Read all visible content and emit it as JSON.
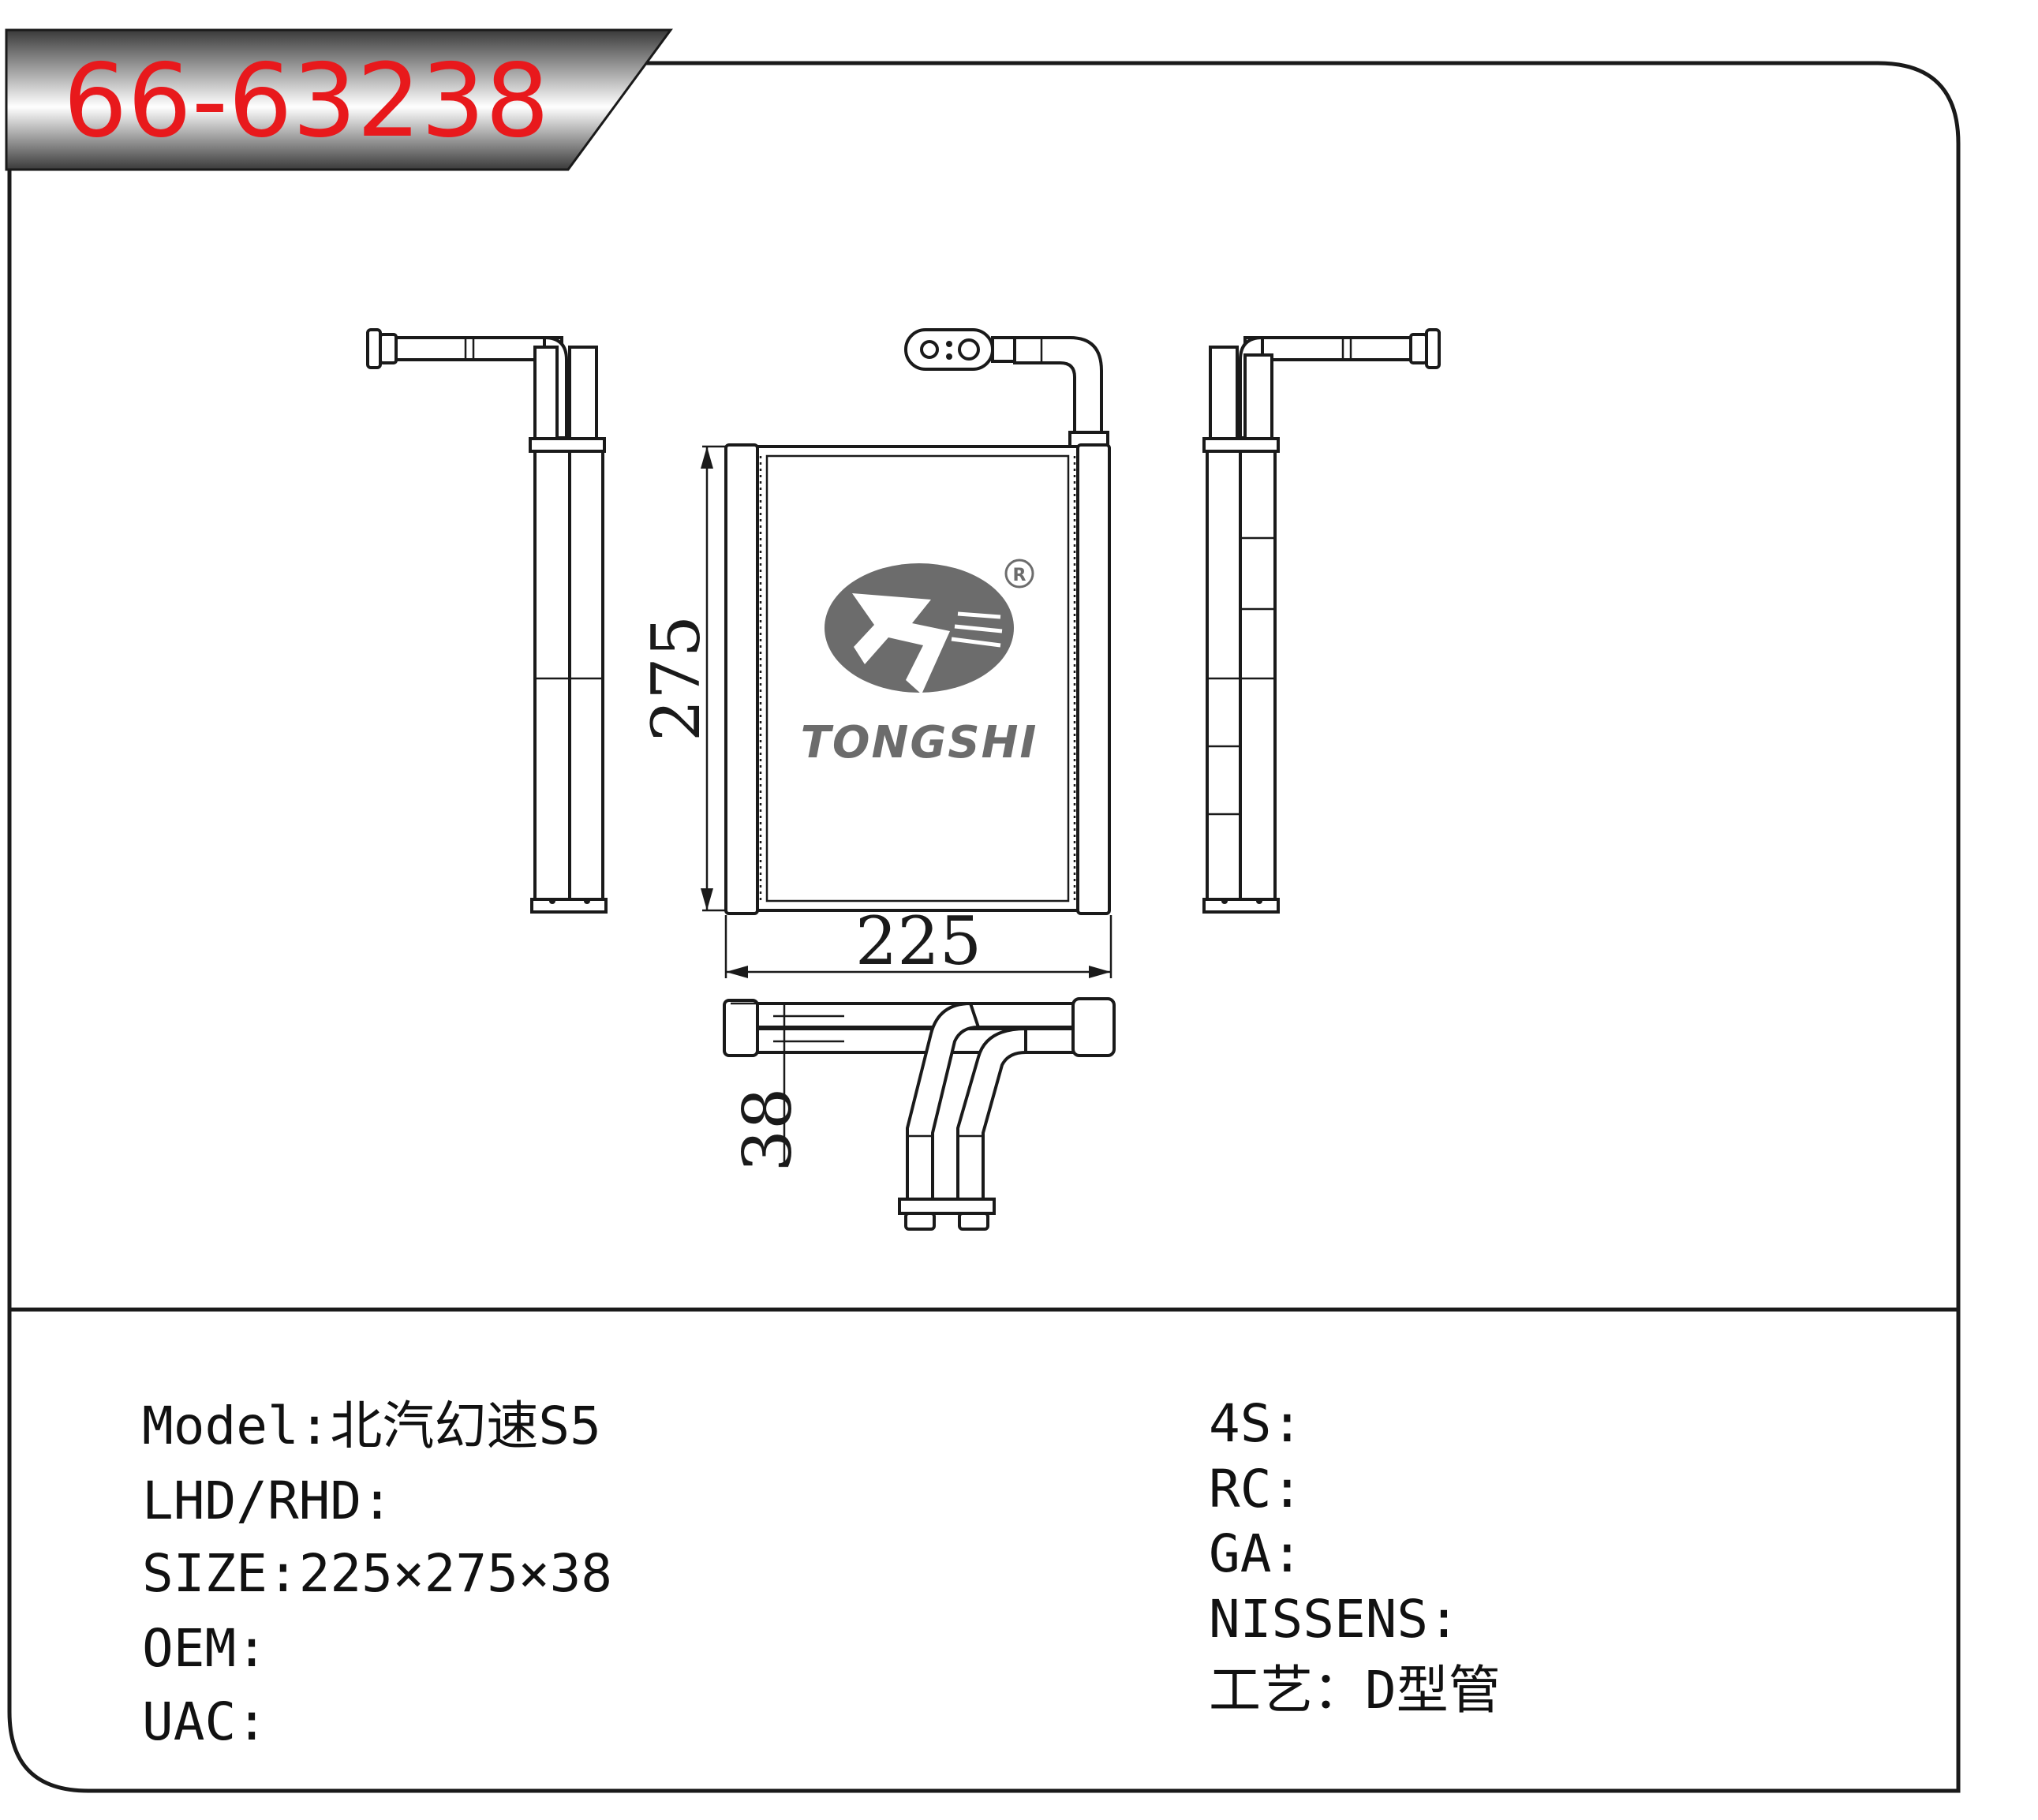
{
  "part_number": "66-63238",
  "colors": {
    "part_number_text": "#e8191c",
    "badge_dark": "#3a3a3a",
    "badge_light": "#ffffff",
    "logo_grey": "#6c6c6c"
  },
  "drawing": {
    "dim_width": "225",
    "dim_height": "275",
    "dim_depth": "38",
    "brand": "TONGSHI",
    "registered_mark": "R"
  },
  "specs_left": [
    {
      "label": "Model:",
      "value": "北汽幻速S5"
    },
    {
      "label": "LHD/RHD:",
      "value": ""
    },
    {
      "label": "SIZE:",
      "value": "225×275×38"
    },
    {
      "label": "OEM:",
      "value": ""
    },
    {
      "label": "UAC:",
      "value": ""
    }
  ],
  "specs_right": [
    {
      "label": "4S:",
      "value": ""
    },
    {
      "label": "RC:",
      "value": ""
    },
    {
      "label": "GA:",
      "value": ""
    },
    {
      "label": "NISSENS:",
      "value": ""
    },
    {
      "label": "工艺：",
      "value": "D型管"
    }
  ]
}
